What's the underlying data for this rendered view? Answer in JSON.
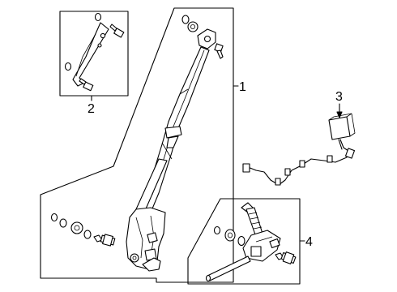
{
  "diagram": {
    "callouts": [
      {
        "id": "seat-belt-retractor",
        "text": "1"
      },
      {
        "id": "guide-bracket",
        "text": "2"
      },
      {
        "id": "buckle-wire-harness",
        "text": "3"
      },
      {
        "id": "buckle-assembly",
        "text": "4"
      }
    ]
  }
}
